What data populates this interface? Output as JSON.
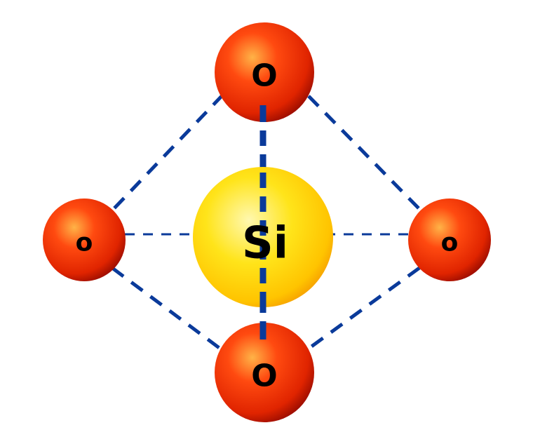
{
  "atoms": {
    "silicon": {
      "label": "Si"
    },
    "oxygen_top": {
      "label": "O"
    },
    "oxygen_left": {
      "label": "o"
    },
    "oxygen_right": {
      "label": "o"
    },
    "oxygen_bottom": {
      "label": "O"
    }
  },
  "colors": {
    "oxygen": "#e62a00",
    "oxygen_dark": "#a00d00",
    "oxygen_highlight": "#ffb347",
    "silicon": "#ffd400",
    "silicon_dark": "#f59b00",
    "silicon_highlight": "#fff7a0",
    "bond": "#0a3a9a",
    "background": "#ffffff"
  }
}
